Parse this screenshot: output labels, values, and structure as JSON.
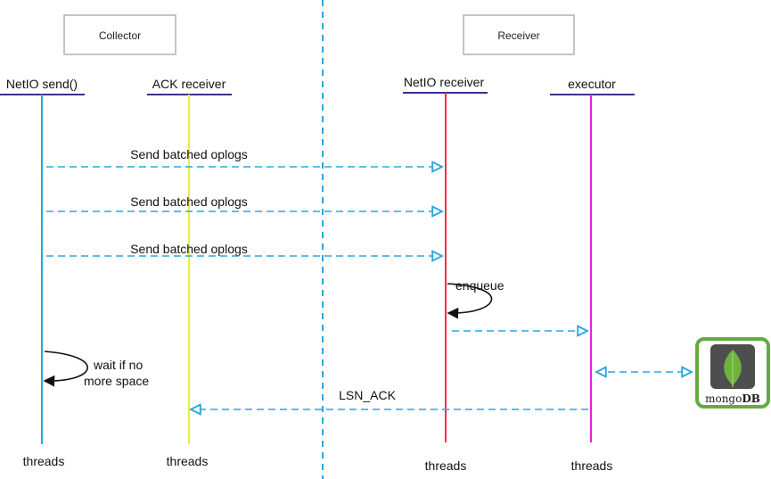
{
  "groups": {
    "collector": "Collector",
    "receiver": "Receiver"
  },
  "lifelines": {
    "netio_send": {
      "label": "NetIO send()",
      "footer": "threads",
      "color": "#2AA7E0"
    },
    "ack_receiver": {
      "label": "ACK receiver",
      "footer": "threads",
      "color": "#E6EE4A"
    },
    "netio_receiver": {
      "label": "NetIO receiver",
      "footer": "threads",
      "color": "#E53935"
    },
    "executor": {
      "label": "executor",
      "footer": "threads",
      "color": "#E91EDB"
    }
  },
  "messages": {
    "send1": "Send batched oplogs",
    "send2": "Send batched oplogs",
    "send3": "Send batched oplogs",
    "enqueue": "enqueue",
    "wait_line1": "wait if no",
    "wait_line2": "more space",
    "lsn_ack": "LSN_ACK"
  },
  "colors": {
    "arrow": "#2AA7E0",
    "underline": "#3F2E8C",
    "box_border": "#9E9E9E",
    "mongo_border": "#5FAE3F"
  },
  "logo": {
    "name": "mongodb-logo",
    "text_a": "mongo",
    "text_b": "DB"
  }
}
